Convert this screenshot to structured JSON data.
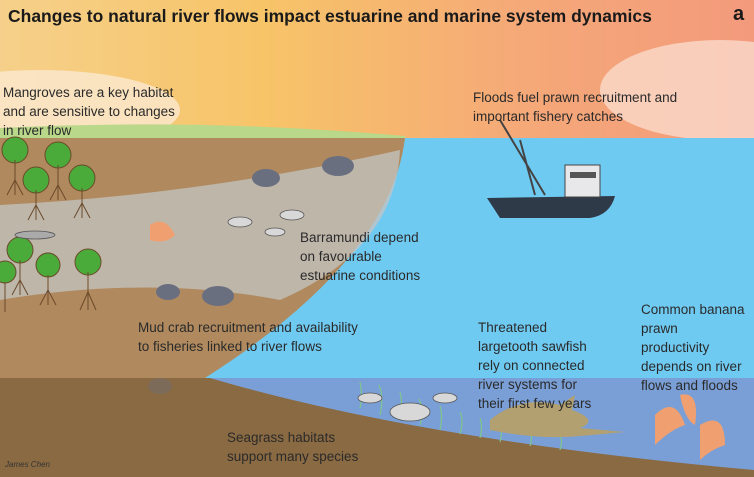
{
  "title": "Changes to natural river flows impact estuarine and marine system dynamics",
  "panel_label": "a",
  "credit": "James Chen",
  "annotations": {
    "mangroves": [
      "Mangroves are a key habitat",
      "and are sensitive to changes",
      "in river flow"
    ],
    "floods": [
      "Floods fuel prawn recruitment and",
      "important fishery catches"
    ],
    "barramundi": [
      "Barramundi depend",
      "on favourable",
      "estuarine conditions"
    ],
    "mud_crab": [
      "Mud crab recruitment and availability",
      "to fisheries linked to river flows"
    ],
    "sawfish": [
      "Threatened",
      "largetooth sawfish",
      "rely on connected",
      "river systems for",
      "their first few years"
    ],
    "prawn": [
      "Common banana",
      "prawn",
      "productivity",
      "depends on river",
      "flows and floods"
    ],
    "seagrass": [
      "Seagrass habitats",
      "support many species"
    ]
  },
  "colors": {
    "sky_left": "#f7c86a",
    "sky_right": "#f4a07a",
    "land": "#b08a5e",
    "water": "#6fcaf2",
    "deep_water": "#7a9fd6",
    "seabed": "#8a6a42",
    "grass": "#b9d88a"
  }
}
